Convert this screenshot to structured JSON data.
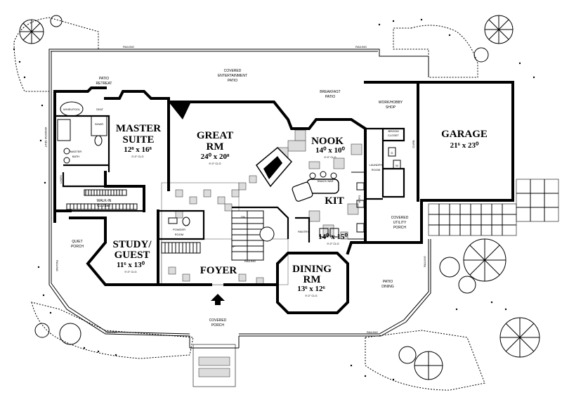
{
  "rooms": {
    "master_suite": {
      "name_line1": "MASTER",
      "name_line2": "SUITE",
      "dims": "12⁸ x 16⁸",
      "note": "9'-0\" CLG"
    },
    "great_rm": {
      "name_line1": "GREAT",
      "name_line2": "RM",
      "dims": "24⁰ x 20⁸",
      "note": "9'-0\" CLG"
    },
    "nook": {
      "name": "NOOK",
      "dims": "14⁰ x 10⁰",
      "note": "9'-0\" CLG"
    },
    "garage": {
      "name": "GARAGE",
      "dims": "21⁶ x 23⁰"
    },
    "kit": {
      "name": "KIT",
      "dims": "14⁰ x 15⁰",
      "note": "9'-0\" CLG"
    },
    "study_guest": {
      "name_line1": "STUDY/",
      "name_line2": "GUEST",
      "dims": "11⁶ x 13⁰",
      "note": "9'-0\" CLG"
    },
    "dining_rm": {
      "name_line1": "DINING",
      "name_line2": "RM",
      "dims": "13⁶ x 12⁶",
      "note": "9'-0\" CLG"
    },
    "foyer": {
      "name": "FOYER"
    }
  },
  "labels": {
    "patio_retreat": [
      "PATIO",
      "RETREAT"
    ],
    "covered_entertainment_patio": [
      "COVERED",
      "ENTERTAINMENT",
      "PATIO"
    ],
    "breakfast_patio": [
      "BREAKFAST",
      "PATIO"
    ],
    "work_hobby_shop": [
      "WORK/HOBBY",
      "SHOP"
    ],
    "whirlpool": "WHIRLPOOL",
    "seat": "SEAT",
    "shwr": "SHWR",
    "master_bath": [
      "MASTER",
      "BATH"
    ],
    "linen": "LINEN",
    "walk_in_closet": [
      "WALK-IN",
      "CLOSET"
    ],
    "broom_closet": [
      "BROOM",
      "CLOSET"
    ],
    "laundry_room": [
      "LAUNDRY",
      "ROOM"
    ],
    "snack_bar": "SNACK BAR",
    "refg": "REFG",
    "pantry": "PANTRY",
    "dn": "DN",
    "up": "UP",
    "powder_room": [
      "POWDER",
      "ROOM"
    ],
    "quiet_porch": [
      "QUIET",
      "PORCH"
    ],
    "covered_utility_porch": [
      "COVERED",
      "UTILITY",
      "PORCH"
    ],
    "patio_dining": [
      "PATIO",
      "DINING"
    ],
    "covered_porch": [
      "COVERED",
      "PORCH"
    ],
    "curb": "CURB",
    "window_seat": "WINDOW SEAT",
    "railing": "RAILING",
    "w": "W",
    "d": "D"
  }
}
